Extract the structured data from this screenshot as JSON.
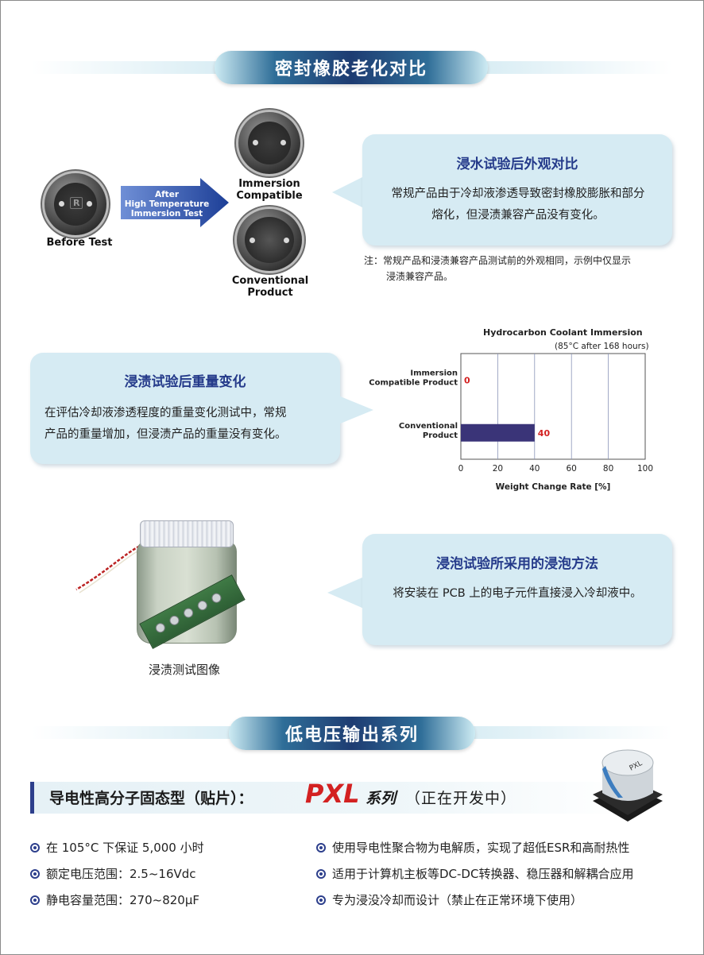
{
  "section1": {
    "title": "密封橡胶老化对比"
  },
  "seal_compare": {
    "before_label": "Before Test",
    "arrow_line1": "After",
    "arrow_line2": "High Temperature",
    "arrow_line3": "Immersion Test",
    "immersion_label_1": "Immersion",
    "immersion_label_2": "Compatible",
    "conventional_label_1": "Conventional",
    "conventional_label_2": "Product",
    "cap_mark": "R"
  },
  "bubble1": {
    "title": "浸水试验后外观对比",
    "line1": "常规产品由于冷却液渗透导致密封橡胶膨胀和部分",
    "line2": "熔化，但浸渍兼容产品没有变化。"
  },
  "note1": {
    "line1": "注：常规产品和浸渍兼容产品测试前的外观相同，示例中仅显示",
    "line2": "浸渍兼容产品。"
  },
  "bubble2": {
    "title": "浸渍试验后重量变化",
    "line1": "在评估冷却液渗透程度的重量变化测试中，常规",
    "line2": "产品的重量增加，但浸渍产品的重量没有变化。"
  },
  "chart_data": {
    "type": "bar",
    "orientation": "horizontal",
    "title": "Hydrocarbon Coolant Immersion",
    "subtitle": "(85°C after 168 hours)",
    "categories": [
      "Immersion Compatible Product",
      "Conventional Product"
    ],
    "category_lines": [
      [
        "Immersion",
        "Compatible Product"
      ],
      [
        "Conventional",
        "Product"
      ]
    ],
    "values": [
      0,
      40
    ],
    "value_labels": [
      "0",
      "40"
    ],
    "xlabel": "Weight Change Rate [%]",
    "xlim": [
      0,
      100
    ],
    "xticks": [
      "0",
      "20",
      "40",
      "60",
      "80",
      "100"
    ],
    "grid": true,
    "bar_color": "#3a3478",
    "label_color": "#d32121"
  },
  "bubble3": {
    "title": "浸泡试验所采用的浸泡方法",
    "line1": "将安装在 PCB 上的电子元件直接浸入冷却液中。"
  },
  "jar_caption": "浸渍测试图像",
  "section2": {
    "title": "低电压输出系列"
  },
  "series": {
    "prefix": "导电性高分子固态型（贴片）：",
    "name": "PXL",
    "suffix": "系列",
    "status": "（正在开发中）",
    "cap_marking": "PXL"
  },
  "features_left": [
    "在 105°C 下保证 5,000 小时",
    "额定电压范围：2.5~16Vdc",
    "静电容量范围：270~820μF"
  ],
  "features_right": [
    "使用导电性聚合物为电解质，实现了超低ESR和高耐热性",
    "适用于计算机主板等DC-DC转换器、稳压器和解耦合应用",
    "专为浸没冷却而设计（禁止在正常环境下使用）"
  ],
  "colors": {
    "navy": "#2d3f8c",
    "accent_red": "#d32121",
    "bubble": "#d6ebf3"
  }
}
